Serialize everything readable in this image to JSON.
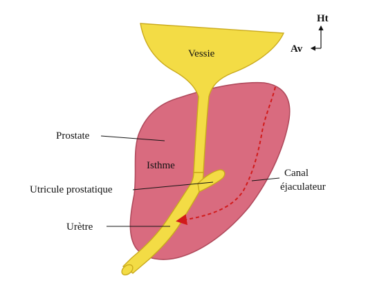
{
  "orientation": {
    "up_label": "Ht",
    "anterior_label": "Av"
  },
  "labels": {
    "bladder": "Vessie",
    "prostate": "Prostate",
    "isthmus": "Isthme",
    "utricle": "Utricule prostatique",
    "urethra": "Urètre",
    "ejaculatory_duct_line1": "Canal",
    "ejaculatory_duct_line2": "éjaculateur"
  },
  "colors": {
    "prostate_fill": "#d96b7f",
    "prostate_outline": "#b04a5c",
    "prostate_inner": "#e07c8e",
    "bladder_fill": "#f3dc45",
    "bladder_outline": "#c9a91c",
    "duct_dashed": "#d11a1a",
    "leader_line": "#111111"
  }
}
